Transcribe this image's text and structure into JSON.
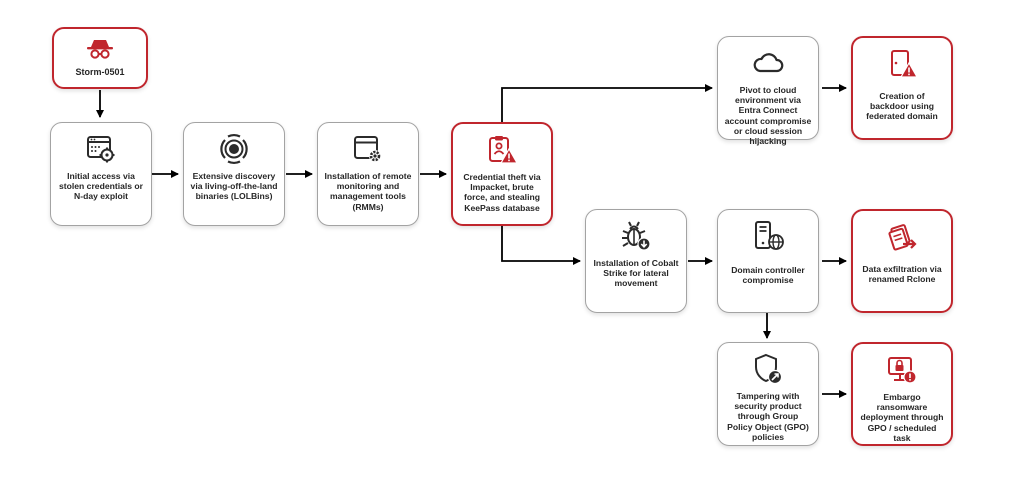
{
  "colors": {
    "threat_red": "#c0262d",
    "neutral_border": "#a3a3a3",
    "icon_dark": "#2b2b2b",
    "arrow": "#000000"
  },
  "nodes": {
    "actor": {
      "label": "Storm-0501",
      "icon": "spy-icon"
    },
    "initial": {
      "label": "Initial access via stolen credentials or N-day exploit",
      "icon": "browser-target-icon"
    },
    "discovery": {
      "label": "Extensive discovery via living-off-the-land binaries (LOLBins)",
      "icon": "radar-icon"
    },
    "rmm": {
      "label": "Installation of remote monitoring and management tools (RMMs)",
      "icon": "window-gear-icon"
    },
    "cred": {
      "label": "Credential theft via Impacket, brute force, and stealing KeePass database",
      "icon": "clipboard-warning-icon"
    },
    "pivot": {
      "label": "Pivot to cloud environment via Entra Connect account compromise or cloud session hijacking",
      "icon": "cloud-icon"
    },
    "backdoor": {
      "label": "Creation of backdoor using federated domain",
      "icon": "door-warning-icon"
    },
    "cobalt": {
      "label": "Installation of Cobalt Strike for lateral movement",
      "icon": "bug-download-icon"
    },
    "dc": {
      "label": "Domain controller compromise",
      "icon": "server-globe-icon"
    },
    "exfil": {
      "label": "Data exfiltration via renamed Rclone",
      "icon": "documents-arrow-icon"
    },
    "tamper": {
      "label": "Tampering with security product through Group Policy Object (GPO) policies",
      "icon": "shield-arrow-icon"
    },
    "ransomware": {
      "label": "Embargo ransomware deployment through GPO / scheduled task",
      "icon": "monitor-lock-alert-icon"
    }
  }
}
